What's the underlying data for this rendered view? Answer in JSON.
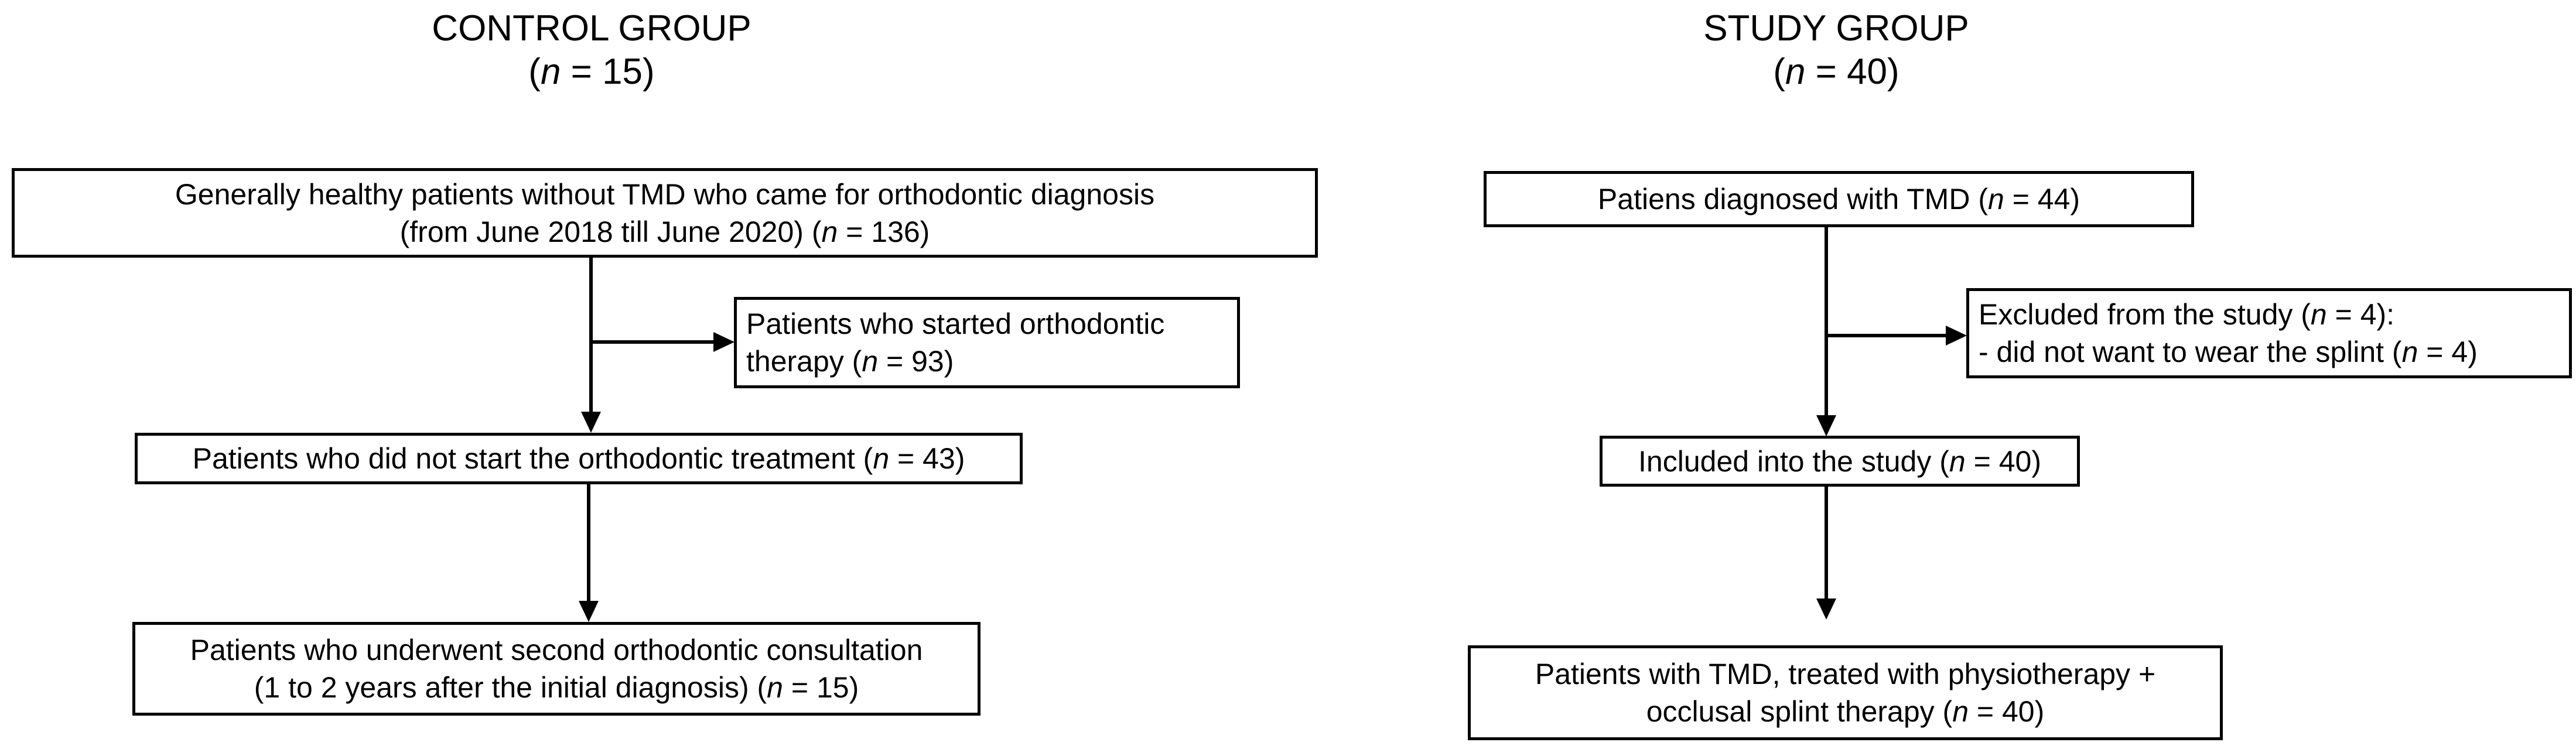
{
  "colors": {
    "background": "#ffffff",
    "foreground": "#000000"
  },
  "control": {
    "title_lines": [
      [
        {
          "t": "CONTROL GROUP"
        }
      ],
      [
        {
          "t": "("
        },
        {
          "t": "n",
          "i": true
        },
        {
          "t": " = 15)"
        }
      ]
    ],
    "box_source": {
      "lines": [
        [
          {
            "t": "Generally healthy patients without TMD who came for orthodontic diagnosis"
          }
        ],
        [
          {
            "t": "(from June 2018 till June 2020) ("
          },
          {
            "t": "n",
            "i": true
          },
          {
            "t": " = 136)"
          }
        ]
      ]
    },
    "box_started_therapy": {
      "lines": [
        [
          {
            "t": "Patients who started orthodontic"
          }
        ],
        [
          {
            "t": "therapy ("
          },
          {
            "t": "n",
            "i": true
          },
          {
            "t": " = 93)"
          }
        ]
      ]
    },
    "box_did_not_start": {
      "lines": [
        [
          {
            "t": "Patients who did not start the orthodontic treatment ("
          },
          {
            "t": "n",
            "i": true
          },
          {
            "t": " = 43)"
          }
        ]
      ]
    },
    "box_second_consultation": {
      "lines": [
        [
          {
            "t": "Patients who underwent second orthodontic consultation"
          }
        ],
        [
          {
            "t": "(1 to 2 years after the initial diagnosis) ("
          },
          {
            "t": "n",
            "i": true
          },
          {
            "t": " = 15)"
          }
        ]
      ]
    }
  },
  "study": {
    "title_lines": [
      [
        {
          "t": "STUDY GROUP"
        }
      ],
      [
        {
          "t": "("
        },
        {
          "t": "n",
          "i": true
        },
        {
          "t": " = 40)"
        }
      ]
    ],
    "box_diagnosed": {
      "lines": [
        [
          {
            "t": "Patiens diagnosed with TMD ("
          },
          {
            "t": "n",
            "i": true
          },
          {
            "t": " = 44)"
          }
        ]
      ]
    },
    "box_excluded": {
      "lines": [
        [
          {
            "t": "Excluded from the study ("
          },
          {
            "t": "n",
            "i": true
          },
          {
            "t": " = 4):"
          }
        ],
        [
          {
            "t": "- did not want to wear the splint ("
          },
          {
            "t": "n",
            "i": true
          },
          {
            "t": " = 4)"
          }
        ]
      ]
    },
    "box_included": {
      "lines": [
        [
          {
            "t": "Included into the study ("
          },
          {
            "t": "n",
            "i": true
          },
          {
            "t": " = 40)"
          }
        ]
      ]
    },
    "box_treated": {
      "lines": [
        [
          {
            "t": "Patients with TMD, treated with physiotherapy +"
          }
        ],
        [
          {
            "t": "occlusal splint therapy ("
          },
          {
            "t": "n",
            "i": true
          },
          {
            "t": " = 40)"
          }
        ]
      ]
    }
  }
}
